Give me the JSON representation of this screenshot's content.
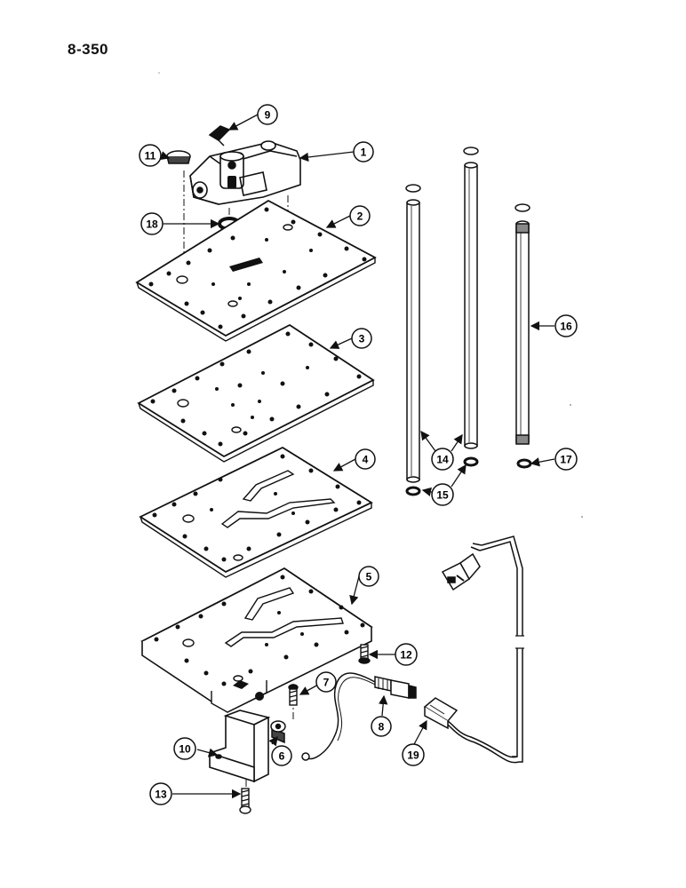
{
  "page": {
    "number": "8-350"
  },
  "callouts": [
    {
      "id": "c1",
      "label": "1"
    },
    {
      "id": "c2",
      "label": "2"
    },
    {
      "id": "c3",
      "label": "3"
    },
    {
      "id": "c4",
      "label": "4"
    },
    {
      "id": "c5",
      "label": "5"
    },
    {
      "id": "c6",
      "label": "6"
    },
    {
      "id": "c7",
      "label": "7"
    },
    {
      "id": "c8",
      "label": "8"
    },
    {
      "id": "c9",
      "label": "9"
    },
    {
      "id": "c10",
      "label": "10"
    },
    {
      "id": "c11",
      "label": "11"
    },
    {
      "id": "c12",
      "label": "12"
    },
    {
      "id": "c13",
      "label": "13"
    },
    {
      "id": "c14",
      "label": "14"
    },
    {
      "id": "c15",
      "label": "15"
    },
    {
      "id": "c16",
      "label": "16"
    },
    {
      "id": "c17",
      "label": "17"
    },
    {
      "id": "c18",
      "label": "18"
    },
    {
      "id": "c19",
      "label": "19"
    }
  ]
}
